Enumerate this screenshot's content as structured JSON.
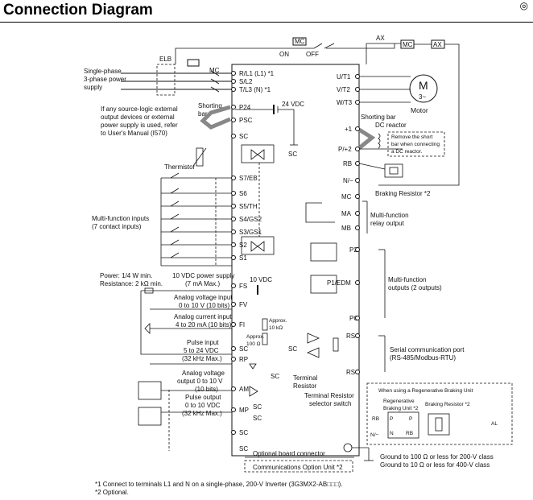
{
  "title": "Connection Diagram",
  "corner_mark": "◎",
  "labels": {
    "mc_top": "MC",
    "on": "ON",
    "off": "OFF",
    "ax_top": "AX",
    "mc_box": "MC",
    "ax_box": "AX",
    "elb": "ELB",
    "mc_input": "MC",
    "single_phase_1": "Single-phase",
    "single_phase_2": "3-phase power",
    "single_phase_3": "supply",
    "source_logic_1": "If any source-logic external",
    "source_logic_2": "output devices or external",
    "source_logic_3": "power supply is used, refer",
    "source_logic_4": "to User's Manual (I570)",
    "shorting_bar_l1": "Shorting",
    "shorting_bar_l2": "bar",
    "vdc24": "24 VDC",
    "sc_label": "SC",
    "thermistor": "Thermistor",
    "mfi_1": "Multi-function inputs",
    "mfi_2": "(7 contact inputs)",
    "power_1": "Power: 1/4 W min.",
    "power_2": "Resistance: 2 kΩ min.",
    "vdc10_supply_1": "10 VDC power supply",
    "vdc10_supply_2": "(7 mA Max.)",
    "vdc10": "10 VDC",
    "analog_v_in_1": "Analog voltage input",
    "analog_v_in_2": "0 to 10 V (10 bits)",
    "analog_i_in_1": "Analog current input",
    "analog_i_in_2": "4 to 20 mA (10 bits)",
    "approx_10k_1": "Approx.",
    "approx_10k_2": "10 kΩ",
    "approx_100_1": "Approx.",
    "approx_100_2": "100 Ω",
    "pulse_in_1": "Pulse input",
    "pulse_in_2": "5 to 24 VDC",
    "pulse_in_3": "(32 kHz Max.)",
    "analog_v_out_1": "Analog voltage",
    "analog_v_out_2": "output 0 to 10 V",
    "analog_v_out_3": "(10 bits)",
    "pulse_out_1": "Pulse output",
    "pulse_out_2": "0 to 10 VDC",
    "pulse_out_3": "(32 kHz Max.)",
    "motor_m": "M",
    "motor_3": "3~",
    "motor": "Motor",
    "shorting_bar_r": "Shorting bar",
    "dc_reactor": "DC reactor",
    "remove_1": "Remove the short",
    "remove_2": "bar when connecting",
    "remove_3": "a DC reactor.",
    "braking_resistor": "Braking Resistor *2",
    "relay_1": "Multi-function",
    "relay_2": "relay output",
    "mfo_1": "Multi-function",
    "mfo_2": "outputs (2 outputs)",
    "serial_1": "Serial communication port",
    "serial_2": "(RS-485/Modbus-RTU)",
    "term_res_1": "Terminal",
    "term_res_2": "Resistor",
    "term_sel_1": "Terminal Resistor",
    "term_sel_2": "selector switch",
    "regen_title": "When using a Regenerative Braking Unit",
    "regen_unit_1": "Regenerative",
    "regen_unit_2": "Braking Unit *2",
    "regen_br": "Braking Resistor *2",
    "regen_rb": "RB",
    "regen_np": "N/−",
    "regen_p": "P",
    "regen_p2": "P",
    "regen_n": "N",
    "regen_rb2": "RB",
    "regen_al": "AL",
    "ground_1": "Ground to 100 Ω or less for 200-V class",
    "ground_2": "Ground to 10 Ω or less for 400-V class",
    "optional_board": "Optional board connector",
    "comm_option": "Communications Option Unit *2",
    "footnote_1": "*1 Connect to terminals L1 and N on a single-phase, 200-V Inverter (3G3MX2-AB□□□).",
    "footnote_2": "*2 Optional."
  },
  "terminals_left": [
    "R/L1 (L1) *1",
    "S/L2",
    "T/L3 (N) *1",
    "P24",
    "PSC",
    "SC",
    "S7/EB",
    "S6",
    "S5/TH",
    "S4/GS2",
    "S3/GS1",
    "S2",
    "S1",
    "FS",
    "FV",
    "FI",
    "SC",
    "RP",
    "AM",
    "MP",
    "SC",
    "SC"
  ],
  "terminals_right": [
    "U/T1",
    "V/T2",
    "W/T3",
    "+1",
    "P/+2",
    "RB",
    "N/−",
    "MC",
    "MA",
    "MB",
    "P2",
    "P1/EDM",
    "PC",
    "RS+",
    "RS−"
  ]
}
